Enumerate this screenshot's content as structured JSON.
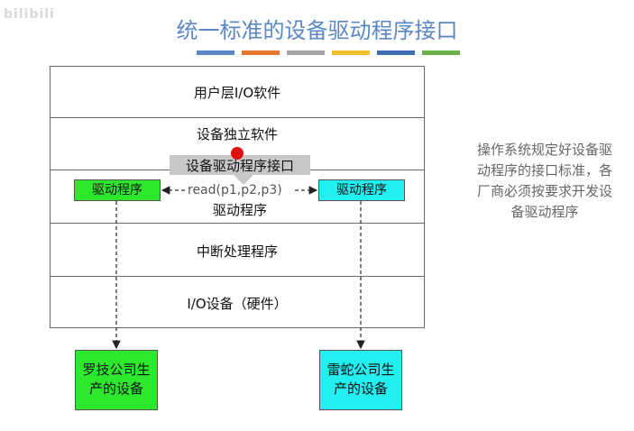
{
  "watermark": "bilibili",
  "title": "统一标准的设备驱动程序接口",
  "title_bar_colors": [
    "#5b87c5",
    "#e5782e",
    "#a5a5a5",
    "#f2c12e",
    "#3f6db5",
    "#6ab04c"
  ],
  "layers": [
    {
      "label": "用户层I/O软件"
    },
    {
      "label": "设备独立软件"
    },
    {
      "label": "驱动程序"
    },
    {
      "label": "中断处理程序"
    },
    {
      "label": "I/O设备（硬件）"
    }
  ],
  "interface_label": "设备驱动程序接口",
  "driver_left": "驱动程序",
  "driver_right": "驱动程序",
  "read_call": "read(p1,p2,p3)",
  "vendor_left": {
    "line1": "罗技公司生",
    "line2": "产的设备"
  },
  "vendor_right": {
    "line1": "雷蛇公司生",
    "line2": "产的设备"
  },
  "note": {
    "line1": "操作系统规定好设备驱",
    "line2": "动程序的接口标准，各",
    "line3": "厂商必须按要求开发设",
    "line4": "备驱动程序"
  },
  "colors": {
    "green": "#2ee82e",
    "cyan": "#22f0f0",
    "title": "#5b87c5",
    "red_dot": "#e01010"
  }
}
